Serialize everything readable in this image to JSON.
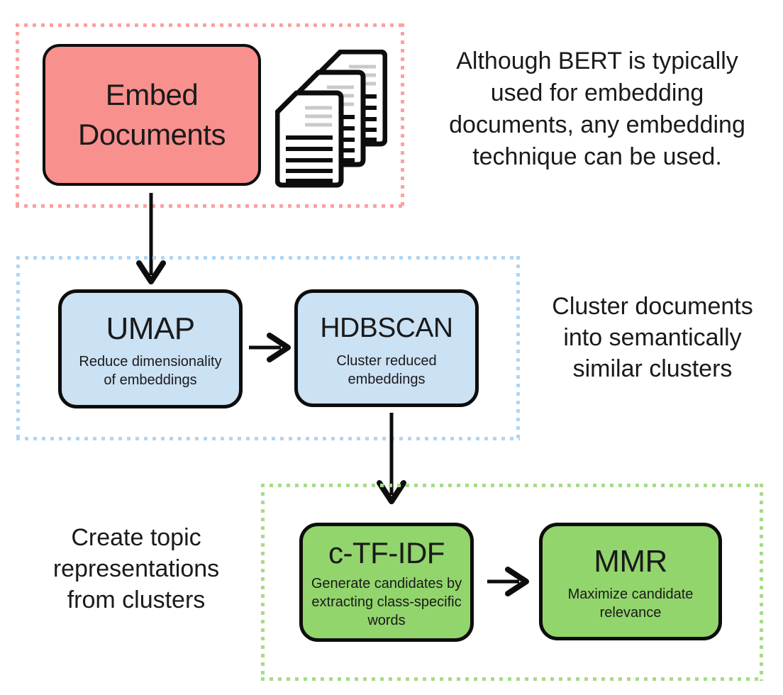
{
  "panels": {
    "embed": {
      "box_title": "Embed\nDocuments",
      "caption": "Although BERT is typically\nused for embedding\ndocuments, any embedding\ntechnique can be used.",
      "border_color": "#f9a3a1",
      "box_fill": "#f8908d"
    },
    "cluster": {
      "caption": "Cluster documents\ninto semantically\nsimilar clusters",
      "border_color": "#b0d6f5",
      "box_fill": "#cbe1f4",
      "umap": {
        "title": "UMAP",
        "subtitle": "Reduce dimensionality\nof embeddings"
      },
      "hdbscan": {
        "title": "HDBSCAN",
        "subtitle": "Cluster reduced\nembeddings"
      }
    },
    "topics": {
      "caption": "Create topic\nrepresentations\nfrom clusters",
      "border_color": "#a8db87",
      "box_fill": "#92d56c",
      "ctfidf": {
        "title": "c-TF-IDF",
        "subtitle": "Generate candidates by\nextracting class-specific\nwords"
      },
      "mmr": {
        "title": "MMR",
        "subtitle": "Maximize candidate\nrelevance"
      }
    }
  },
  "icons": {
    "documents_stack": "documents-stack-icon"
  },
  "colors": {
    "outline": "#0d0d0d",
    "document_line_gray": "#c9c9c9",
    "background": "#ffffff"
  }
}
